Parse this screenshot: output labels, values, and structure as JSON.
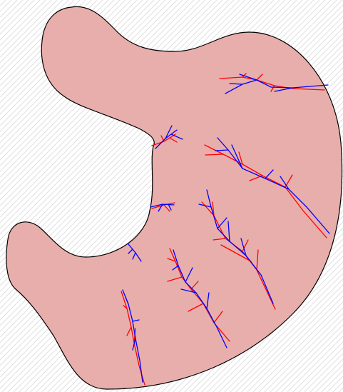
{
  "figure": {
    "background_pattern": "diagonal-hatch",
    "colors": {
      "background": "#ffffff",
      "hatch": "#dcdcdc",
      "organ_fill": "#e8aeab",
      "organ_outline": "#000000",
      "vessel_artery": "#ff0000",
      "vessel_vein": "#0000ff"
    },
    "vessel_clusters": [
      "upper-right",
      "small-upper-left",
      "long-diagonal-right",
      "small-middle",
      "middle-long",
      "tiny-left",
      "lower-middle",
      "lower-left"
    ]
  }
}
